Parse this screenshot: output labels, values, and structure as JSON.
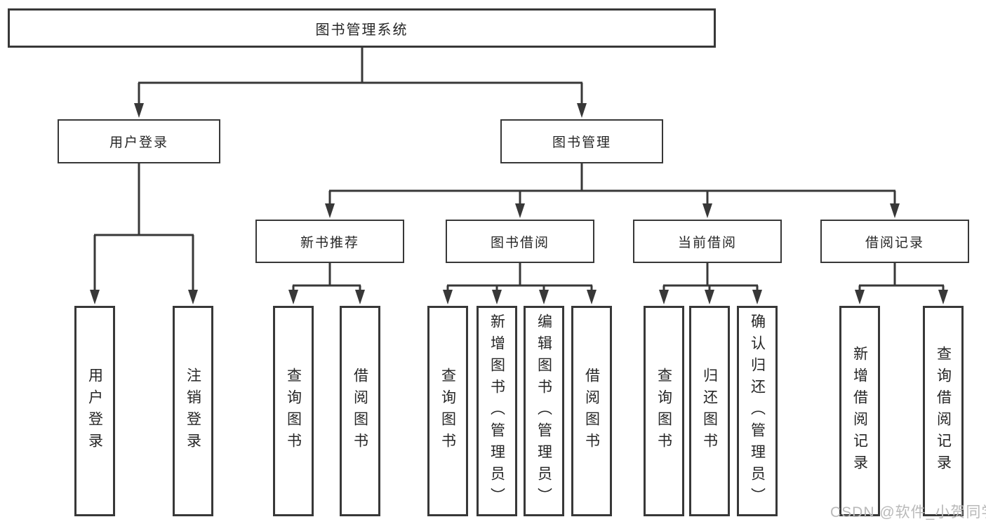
{
  "diagram": {
    "root": {
      "label": "图书管理系统"
    },
    "level2": [
      {
        "label": "用户登录"
      },
      {
        "label": "图书管理"
      }
    ],
    "level3": [
      {
        "label": "新书推荐"
      },
      {
        "label": "图书借阅"
      },
      {
        "label": "当前借阅"
      },
      {
        "label": "借阅记录"
      }
    ],
    "leaves": [
      {
        "label": "用户登录"
      },
      {
        "label": "注销登录"
      },
      {
        "label": "查询图书"
      },
      {
        "label": "借阅图书"
      },
      {
        "label": "查询图书"
      },
      {
        "label": "新增图书（管理员）"
      },
      {
        "label": "编辑图书（管理员）"
      },
      {
        "label": "借阅图书"
      },
      {
        "label": "查询图书"
      },
      {
        "label": "归还图书"
      },
      {
        "label": "确认归还（管理员）"
      },
      {
        "label": "新增借阅记录"
      },
      {
        "label": "查询借阅记录"
      }
    ],
    "watermark": "CSDN @软件_小贺同学",
    "colors": {
      "line": "#383838",
      "text": "#262626",
      "watermark": "#b9b9b9",
      "background": "#ffffff"
    }
  }
}
